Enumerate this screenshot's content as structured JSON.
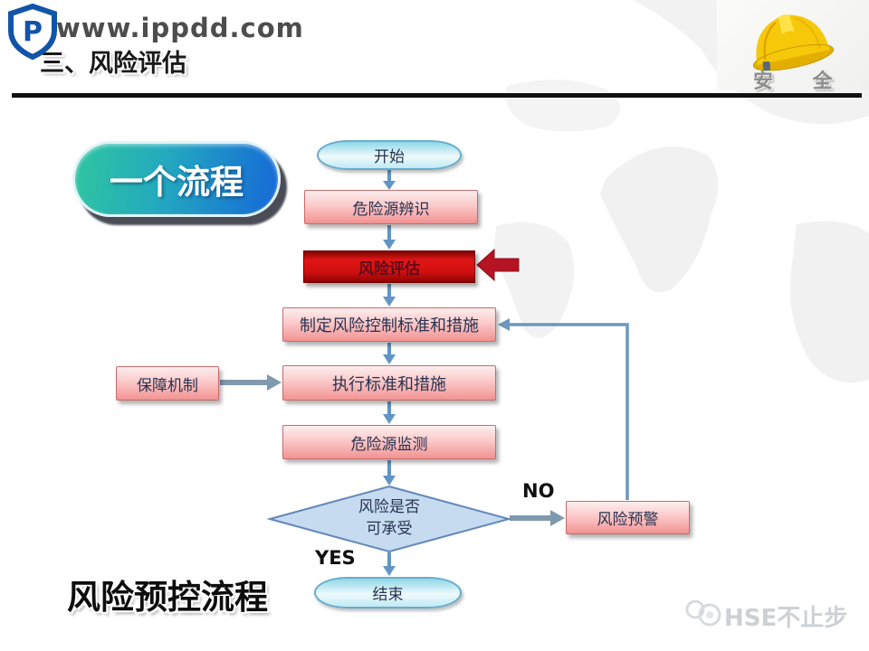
{
  "header": {
    "site_watermark": "www.ippdd.com",
    "logo_letter": "P",
    "title": "三、风险评估",
    "helmet_label": "安 全"
  },
  "badge": {
    "label": "一个流程"
  },
  "flowchart": {
    "nodes": {
      "start": {
        "label": "开始"
      },
      "identify": {
        "label": "危险源辨识"
      },
      "assess": {
        "label": "风险评估"
      },
      "standards": {
        "label": "制定风险控制标准和措施"
      },
      "guarantee": {
        "label": "保障机制"
      },
      "execute": {
        "label": "执行标准和措施"
      },
      "monitor": {
        "label": "危险源监测"
      },
      "decision": {
        "line1": "风险是否",
        "line2": "可承受"
      },
      "warning": {
        "label": "风险预警"
      },
      "end": {
        "label": "结束"
      }
    },
    "branch_labels": {
      "no": "NO",
      "yes": "YES"
    }
  },
  "footer": {
    "caption": "风险预控流程",
    "watermark": "HSE不止步"
  },
  "colors": {
    "highlight_red": "#c00000",
    "node_pink": "#f29292",
    "node_cyan": "#bfeaf4",
    "decision_blue": "#c6dbf0",
    "badge_teal": "#2fc6a0",
    "badge_blue": "#1668d8",
    "arrow_steel_blue": "#6095c5",
    "arrow_gray_blue": "#7f99ae",
    "helmet_yellow": "#f6c80a"
  }
}
